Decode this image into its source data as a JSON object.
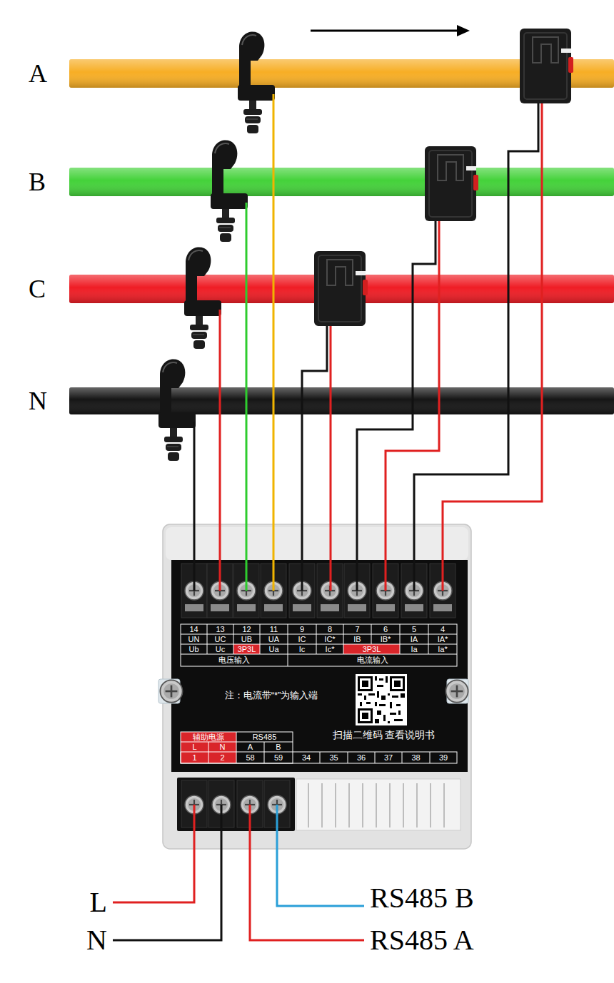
{
  "diagram": {
    "nodes": [
      {
        "text": [
          "A"
        ]
      },
      {
        "text": [
          "B"
        ]
      },
      {
        "text": [
          "C"
        ]
      },
      {
        "text": [
          "N"
        ]
      }
    ],
    "labels": [
      "14",
      "13",
      "12",
      "11",
      "9",
      "8",
      "7",
      "6",
      "5",
      "4",
      "UN",
      "UC",
      "UB",
      "UA",
      "IC",
      "IC*",
      "IB",
      "IB*",
      "IA",
      "IA*",
      "Ub",
      "Uc",
      "3P3L",
      "Ua",
      "Ic",
      "Ic*",
      "3P3L",
      "Ia",
      "Ia*",
      "电压输入",
      "电流输入",
      "注：电流带“*”为输入端",
      "扫描二维码 查看说明书",
      "辅助电源",
      "RS485",
      "L",
      "N",
      "A",
      "B",
      "1",
      "2",
      "58",
      "59",
      "34",
      "35",
      "36",
      "37",
      "38",
      "39",
      "L",
      "N",
      "RS485 B",
      "RS485 A"
    ]
  }
}
